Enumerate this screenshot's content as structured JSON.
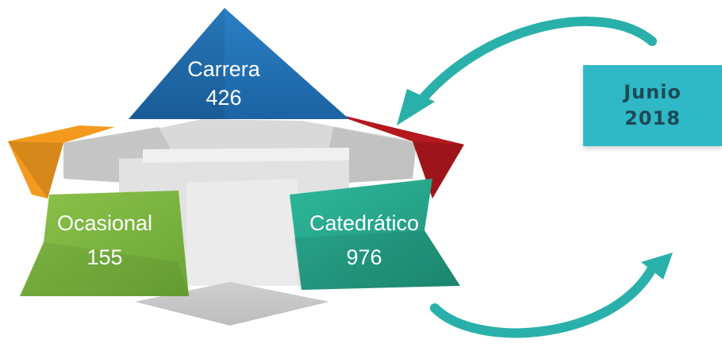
{
  "diagram": {
    "top": {
      "label": "Carrera",
      "value": "426",
      "color": "#2171b8"
    },
    "left": {
      "label": "Ocasional",
      "value": "155",
      "color": "#7cb342"
    },
    "right": {
      "label": "Catedrático",
      "value": "976",
      "color": "#26a085"
    },
    "accent_left_color": "#f39a1e",
    "accent_right_color": "#b3191e"
  },
  "date_box": {
    "month": "Junio",
    "year": "2018",
    "color": "#2fb8c6"
  },
  "cycle_arrow_color": "#2ab0aa"
}
